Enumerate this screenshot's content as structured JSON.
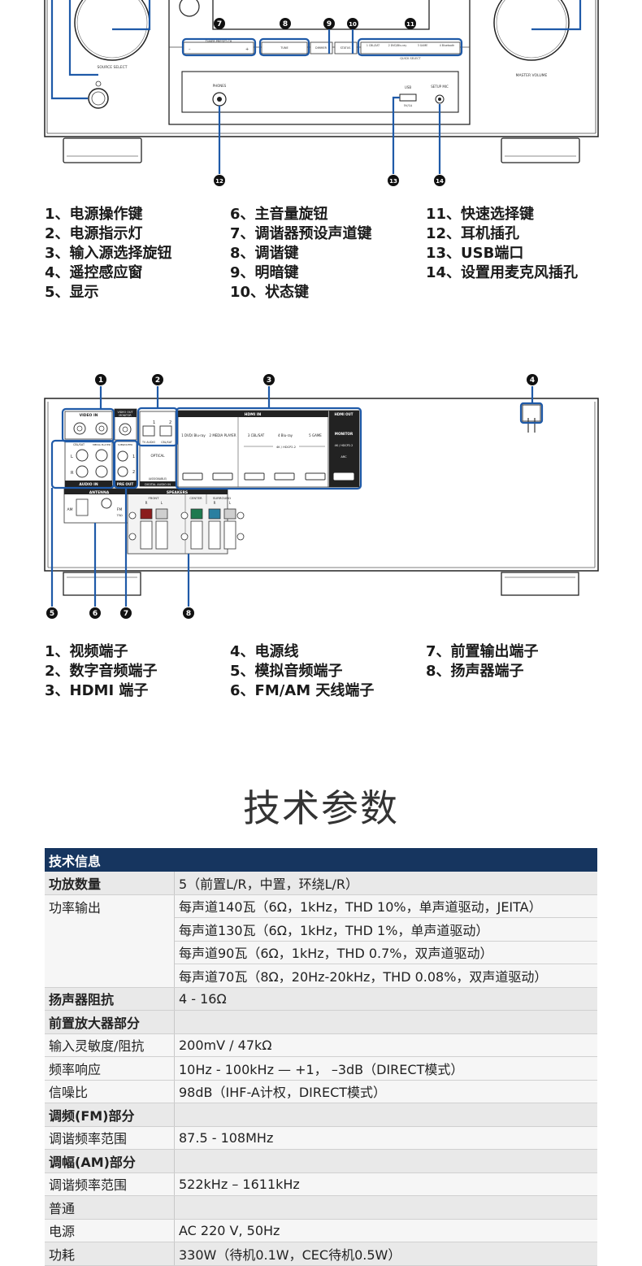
{
  "front_panel": {
    "labels": {
      "source_select": "SOURCE SELECT",
      "master_volume": "MASTER VOLUME",
      "phones": "PHONES",
      "usb": "USB",
      "usb_rating": "5V/1A",
      "setup_mic": "SETUP MIC",
      "tuner_preset": "TUNER PRESET CH",
      "tune": "TUNE",
      "dimmer": "DIMMER",
      "status": "STATUS",
      "quick_select": "QUICK SELECT",
      "qs1": "1 CBL/SAT",
      "qs2": "2 DVD/Blu-ray",
      "qs3": "3 GAME",
      "qs4": "4 Bluetooth"
    },
    "callouts": [
      "7",
      "8",
      "9",
      "10",
      "11",
      "12",
      "13",
      "14"
    ],
    "legend_col1": [
      "1、电源操作键",
      "2、电源指示灯",
      "3、输入源选择旋钮",
      "4、遥控感应窗",
      "5、显示"
    ],
    "legend_col2": [
      "6、主音量旋钮",
      "7、调谐器预设声道键",
      "8、调谐键",
      "9、明暗键",
      "10、状态键"
    ],
    "legend_col3": [
      "11、快速选择键",
      "12、耳机插孔",
      "13、USB端口",
      "14、设置用麦克风插孔"
    ]
  },
  "rear_panel": {
    "labels": {
      "video_in": "VIDEO IN",
      "video_out": "VIDEO OUT",
      "monitor": "MONITOR",
      "cbl_sat": "CBL/SAT",
      "media_player": "MEDIA PLAYER",
      "audio_in": "AUDIO IN",
      "tv_audio": "TV AUDIO",
      "optical": "OPTICAL",
      "digital_audio_in": "DIGITAL AUDIO IN",
      "assignable": "(ASSIGNABLE)",
      "subwoofer": "SUBWOOFER",
      "pre_out": "PRE OUT",
      "hdmi_in": "HDMI IN",
      "hdmi_out": "HDMI OUT",
      "hdmi_monitor": "MONITOR",
      "hdcp": "4K / HDCP2.2",
      "arc": "ARC",
      "hdmi1": "1 DVD/ Blu-ray",
      "hdmi2": "2 MEDIA PLAYER",
      "hdmi3": "3 CBL/SAT",
      "hdmi4": "4 Blu-ray",
      "hdmi5": "5 GAME",
      "antenna": "ANTENNA",
      "am": "AM",
      "fm": "FM",
      "fm_ohm": "75Ω",
      "speakers": "SPEAKERS",
      "front": "FRONT",
      "center": "CENTER",
      "surround": "SURROUND",
      "r": "R",
      "l": "L"
    },
    "callouts_top": [
      "1",
      "2",
      "3",
      "4"
    ],
    "callouts_bottom": [
      "5",
      "6",
      "7",
      "8"
    ],
    "legend_col1": [
      "1、视频端子",
      "2、数字音频端子",
      "3、HDMI 端子"
    ],
    "legend_col2": [
      "4、电源线",
      "5、模拟音频端子",
      "6、FM/AM 天线端子"
    ],
    "legend_col3": [
      "7、前置输出端子",
      "8、扬声器端子"
    ]
  },
  "specs": {
    "title": "技术参数",
    "header": "技术信息",
    "rows": [
      {
        "key": "功放数量",
        "value": "5（前置L/R，中置，环绕L/R）",
        "bold": true
      },
      {
        "key": "功率输出",
        "value": "每声道140瓦（6Ω，1kHz，THD 10%，单声道驱动，JEITA）",
        "bold": false
      },
      {
        "key": "",
        "value": "每声道130瓦（6Ω，1kHz，THD 1%，单声道驱动）",
        "bold": false
      },
      {
        "key": "",
        "value": "每声道90瓦（6Ω，1kHz，THD 0.7%，双声道驱动）",
        "bold": false
      },
      {
        "key": "",
        "value": "每声道70瓦（8Ω，20Hz-20kHz，THD 0.08%，双声道驱动）",
        "bold": false
      },
      {
        "key": "扬声器阻抗",
        "value": "4 - 16Ω",
        "bold": true
      },
      {
        "key": "前置放大器部分",
        "value": "",
        "bold": true
      },
      {
        "key": "输入灵敏度/阻抗",
        "value": "200mV / 47kΩ",
        "bold": false
      },
      {
        "key": "频率响应",
        "value": "10Hz - 100kHz — +1， –3dB（DIRECT模式）",
        "bold": false
      },
      {
        "key": "信噪比",
        "value": "98dB（IHF-A计权，DIRECT模式）",
        "bold": false
      },
      {
        "key": "调频(FM)部分",
        "value": "",
        "bold": true
      },
      {
        "key": "调谐频率范围",
        "value": "87.5 - 108MHz",
        "bold": false
      },
      {
        "key": "调幅(AM)部分",
        "value": "",
        "bold": true
      },
      {
        "key": "调谐频率范围",
        "value": "522kHz – 1611kHz",
        "bold": false
      },
      {
        "key": "普通",
        "value": "",
        "bold": false
      },
      {
        "key": "电源",
        "value": "AC 220 V, 50Hz",
        "bold": false
      },
      {
        "key": "功耗",
        "value": "330W（待机0.1W，CEC待机0.5W）",
        "bold": false
      }
    ]
  }
}
